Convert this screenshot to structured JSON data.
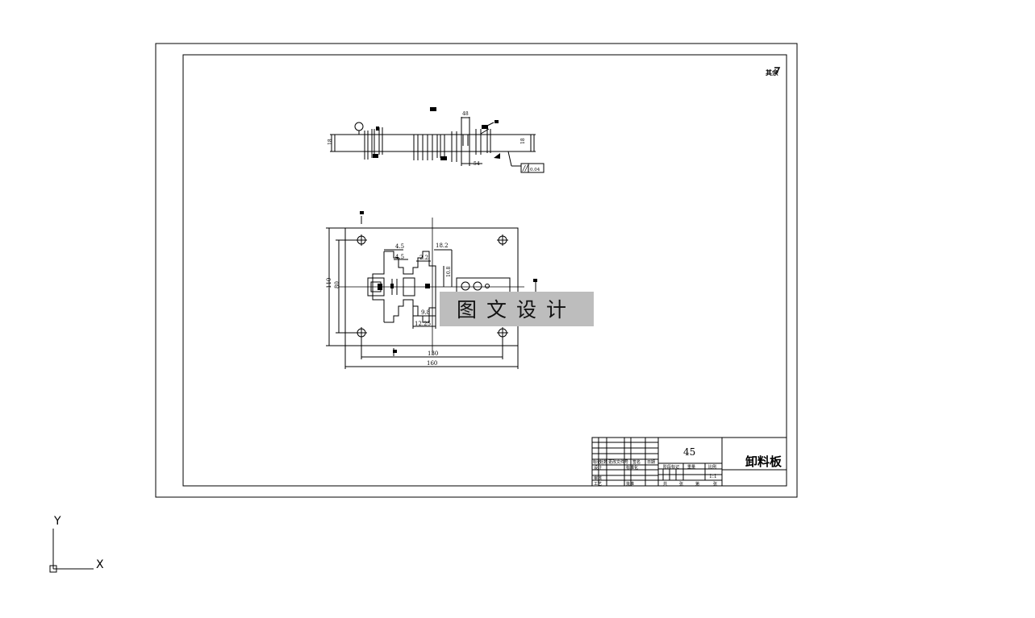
{
  "drawing": {
    "material": "45",
    "part_name": "卸料板",
    "scale": "1:1",
    "roughness_note": "其余",
    "parallelism_tolerance": "0.04",
    "watermark": "图文设计"
  },
  "dimensions": {
    "thickness_left": "18",
    "thickness_right": "18",
    "width_overall": "160",
    "width_holes": "130",
    "height_overall": "110",
    "height_holes": "80",
    "d_4_5_a": "4.5",
    "d_4_5_b": "4.5",
    "d_2_2": "2.2",
    "d_18_2": "18.2",
    "d_10_8": "10.8",
    "d_9_8": "9.8",
    "d_12_25": "12.25",
    "d_48": "48",
    "d_54": "54"
  },
  "title_block": {
    "row_label_1": "标记",
    "row_label_2": "处数",
    "row_label_3": "更改文件号",
    "row_label_4": "签名",
    "row_label_5": "日期",
    "design": "设计",
    "standardize": "标准化",
    "review": "审核",
    "process": "工艺",
    "approve": "批准",
    "stage_mark": "阶段标记",
    "weight": "重量",
    "scale_label": "比例",
    "sheets_total": "共",
    "sheet": "张",
    "sheet_no": "第"
  },
  "ucs": {
    "x_label": "X",
    "y_label": "Y"
  }
}
